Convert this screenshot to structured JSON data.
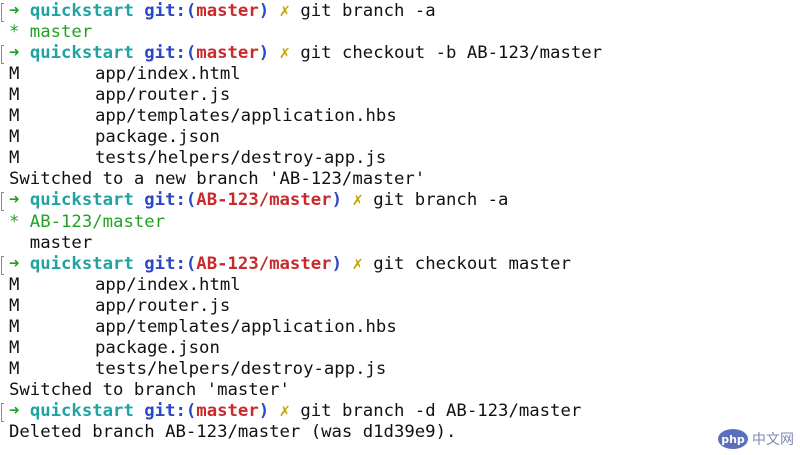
{
  "prompt": {
    "arrow": "➜",
    "directory": "quickstart",
    "git_prefix": "git:(",
    "git_suffix": ")",
    "dirty_mark": "✗"
  },
  "lines": [
    {
      "type": "prompt",
      "branch": "master",
      "command": "git branch -a"
    },
    {
      "type": "output",
      "text": "* master",
      "color": "green"
    },
    {
      "type": "prompt",
      "branch": "master",
      "command": "git checkout -b AB-123/master"
    },
    {
      "type": "status",
      "flag": "M",
      "path": "app/index.html"
    },
    {
      "type": "status",
      "flag": "M",
      "path": "app/router.js"
    },
    {
      "type": "status",
      "flag": "M",
      "path": "app/templates/application.hbs"
    },
    {
      "type": "status",
      "flag": "M",
      "path": "package.json"
    },
    {
      "type": "status",
      "flag": "M",
      "path": "tests/helpers/destroy-app.js"
    },
    {
      "type": "output",
      "text": "Switched to a new branch 'AB-123/master'"
    },
    {
      "type": "prompt",
      "branch": "AB-123/master",
      "command": "git branch -a"
    },
    {
      "type": "output",
      "text": "* AB-123/master",
      "color": "green"
    },
    {
      "type": "output",
      "text": "  master"
    },
    {
      "type": "prompt",
      "branch": "AB-123/master",
      "command": "git checkout master"
    },
    {
      "type": "status",
      "flag": "M",
      "path": "app/index.html"
    },
    {
      "type": "status",
      "flag": "M",
      "path": "app/router.js"
    },
    {
      "type": "status",
      "flag": "M",
      "path": "app/templates/application.hbs"
    },
    {
      "type": "status",
      "flag": "M",
      "path": "package.json"
    },
    {
      "type": "status",
      "flag": "M",
      "path": "tests/helpers/destroy-app.js"
    },
    {
      "type": "output",
      "text": "Switched to branch 'master'"
    },
    {
      "type": "prompt",
      "branch": "master",
      "command": "git branch -d AB-123/master"
    },
    {
      "type": "output",
      "text": "Deleted branch AB-123/master (was d1d39e9)."
    }
  ],
  "watermark": {
    "logo_text": "php",
    "text": "中文网"
  },
  "colors": {
    "arrow": "#1f9e1f",
    "directory": "#1fa3a3",
    "git": "#2a47c8",
    "branch": "#c92a2a",
    "dirty_mark": "#c9a400",
    "green_output": "#21a321"
  }
}
